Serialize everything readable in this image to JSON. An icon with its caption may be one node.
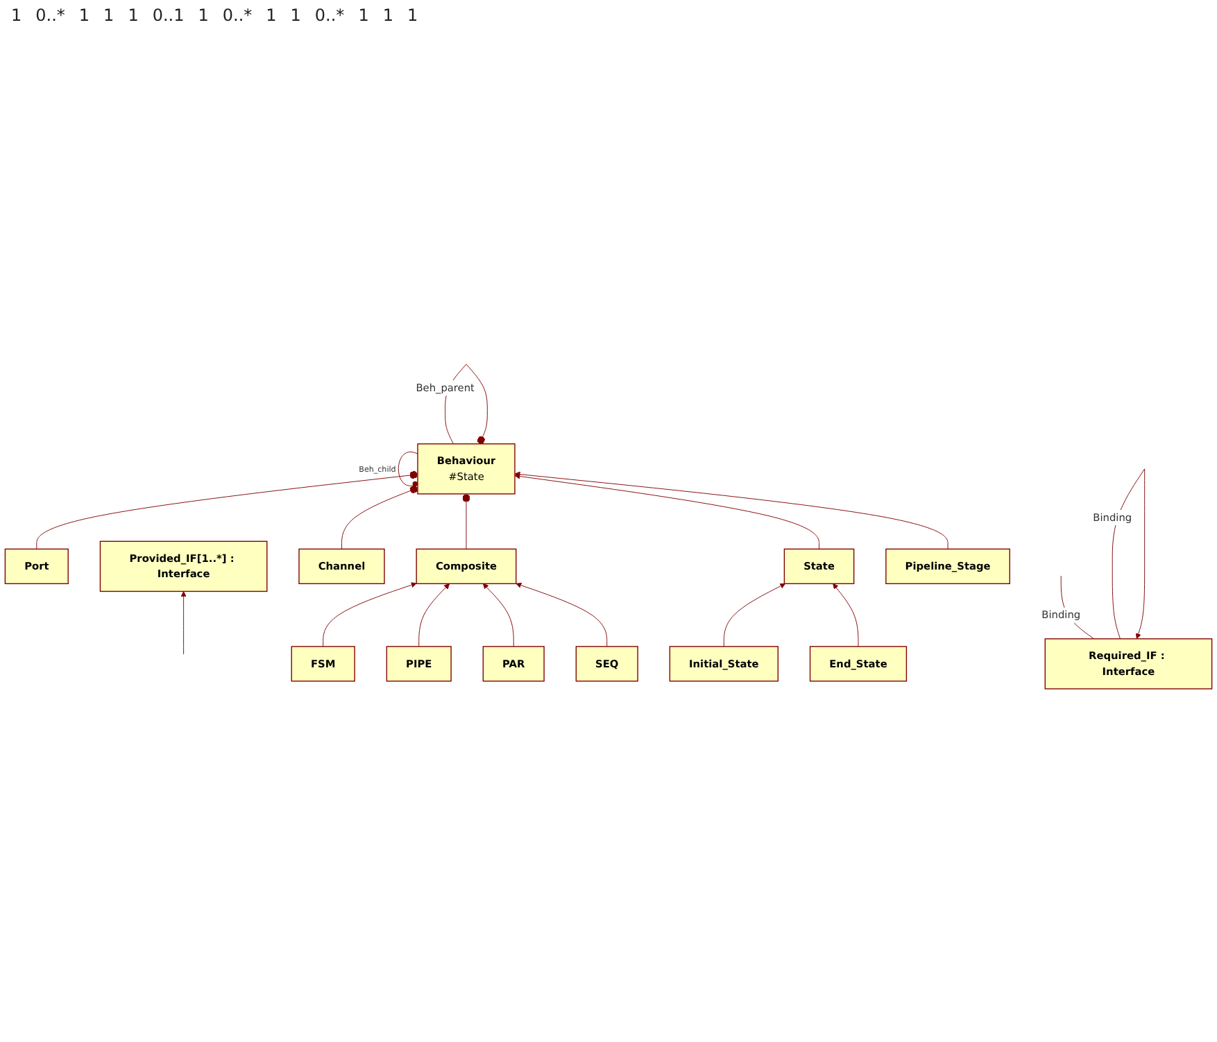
{
  "diagram": {
    "nodes": [
      {
        "text": [
          "Behaviour",
          "#State"
        ]
      },
      {
        "text": [
          "Required_IF : Interface"
        ]
      },
      {
        "text": [
          "Port"
        ]
      },
      {
        "text": [
          "Provided_IF[1..*] : Interface"
        ]
      },
      {
        "text": [
          "Channel"
        ]
      },
      {
        "text": [
          "Composite"
        ]
      },
      {
        "text": [
          "FSM"
        ]
      },
      {
        "text": [
          "PIPE"
        ]
      },
      {
        "text": [
          "PAR"
        ]
      },
      {
        "text": [
          "SEQ"
        ]
      },
      {
        "text": [
          "State"
        ]
      },
      {
        "text": [
          "Pipeline_Stage"
        ]
      },
      {
        "text": [
          "Initial_State"
        ]
      },
      {
        "text": [
          "End_State"
        ]
      }
    ],
    "edges": [
      {
        "from": 0,
        "to": 0,
        "arrow": "other",
        "label": "Beh_parent"
      },
      {
        "from": 0,
        "to": 0,
        "arrow": "other",
        "label": "Beh_child"
      },
      {
        "from": 2,
        "to": 0,
        "arrow": "other"
      },
      {
        "from": 1,
        "to": 1,
        "arrow": "to",
        "label": "Binding"
      },
      {
        "from": 1,
        "to": null,
        "arrow": "none",
        "label": "Binding"
      },
      {
        "from": null,
        "to": 3,
        "arrow": "to"
      },
      {
        "from": 4,
        "to": 0,
        "arrow": "other"
      },
      {
        "from": 5,
        "to": 0,
        "arrow": "other"
      },
      {
        "from": 6,
        "to": 5,
        "arrow": "to"
      },
      {
        "from": 7,
        "to": 5,
        "arrow": "to"
      },
      {
        "from": 8,
        "to": 5,
        "arrow": "to"
      },
      {
        "from": 9,
        "to": 5,
        "arrow": "to"
      },
      {
        "from": 10,
        "to": 0,
        "arrow": "to"
      },
      {
        "from": 11,
        "to": 0,
        "arrow": "to"
      },
      {
        "from": 12,
        "to": 10,
        "arrow": "to"
      },
      {
        "from": 13,
        "to": 10,
        "arrow": "to"
      }
    ],
    "labels": [
      "1",
      "0..*",
      "1",
      "1",
      "1",
      "0..1",
      "1",
      "0..*",
      "1",
      "1",
      "0..*",
      "1",
      "1",
      "1"
    ]
  }
}
